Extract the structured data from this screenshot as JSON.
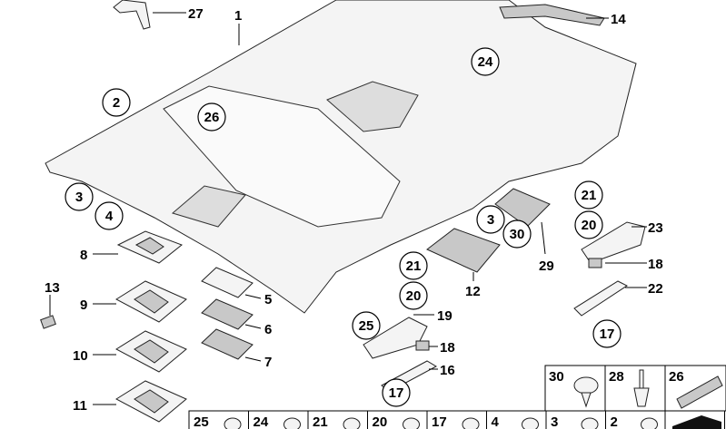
{
  "title": "Headliner parts diagram",
  "labels": {
    "l27": "27",
    "l1": "1",
    "l14": "14",
    "l23": "23",
    "l18a": "18",
    "l22": "22",
    "l29": "29",
    "l12": "12",
    "l19": "19",
    "l18b": "18",
    "l16": "16",
    "l8": "8",
    "l5": "5",
    "l6": "6",
    "l7": "7",
    "l9": "9",
    "l13": "13",
    "l10": "10",
    "l11": "11"
  },
  "circled": {
    "c24": "24",
    "c2": "2",
    "c26": "26",
    "c3a": "3",
    "c4": "4",
    "c21a": "21",
    "c20a": "20",
    "c3b": "3",
    "c30": "30",
    "c21b": "21",
    "c20b": "20",
    "c25": "25",
    "c17a": "17",
    "c17b": "17"
  },
  "small_parts_top": [
    "30",
    "28",
    "26"
  ],
  "small_parts_bottom": [
    "25",
    "24",
    "21",
    "20",
    "17",
    "4",
    "3",
    "2"
  ]
}
